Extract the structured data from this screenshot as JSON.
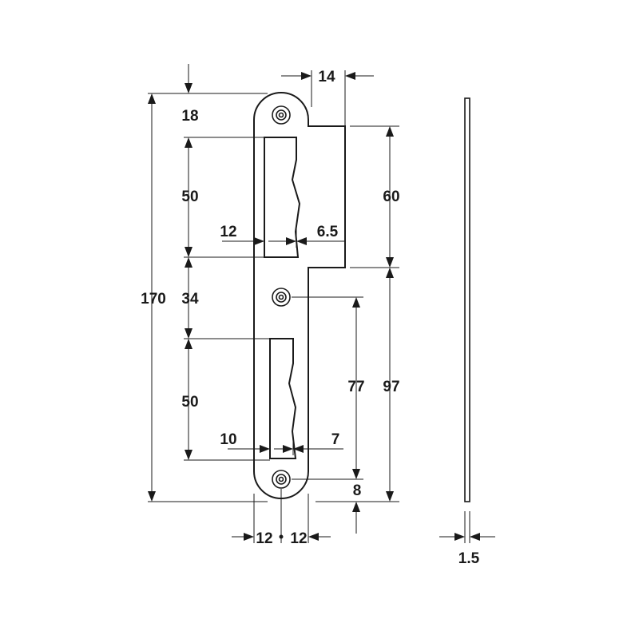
{
  "dimensions": {
    "top_offset": "18",
    "lip_width": "14",
    "upper_slot_height": "50",
    "lip_height": "60",
    "slot_width_upper": "12",
    "slot_offset_upper": "6.5",
    "total_height": "170",
    "slot_spacing": "34",
    "lower_hole_to_lip": "77",
    "lower_to_lip_end": "97",
    "lower_slot_height": "50",
    "slot_width_lower": "10",
    "slot_offset_lower": "7",
    "bottom_offset": "8",
    "half_width_left": "12",
    "half_width_right": "12",
    "thickness": "1.5"
  }
}
